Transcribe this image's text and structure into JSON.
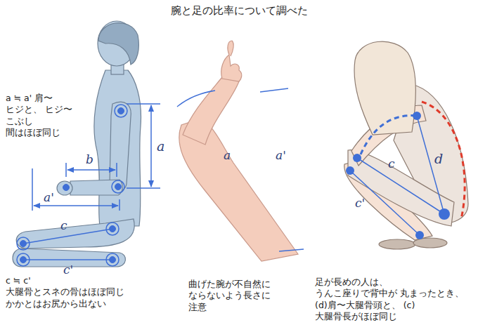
{
  "diagram": {
    "title": "腕と足の比率について調べた",
    "labels": [
      "a ≒ a' 肩〜ヒジと、 ヒジ〜こぶし 間はほぼ同じ",
      "a",
      "b",
      "a'",
      "c",
      "c'",
      "c ≒ c' 大腿骨とスネの骨はほぼ同じ かかとはお尻から出ない",
      "a",
      "a'",
      "曲げた腕が不自然に ならないよう長さに 注意",
      "d",
      "c",
      "c'",
      "足が長めの人は、うんこ座りで背中が 丸まったとき、(d)肩〜大腿骨頭と、 (c)大腿骨長がほぼ同じ"
    ]
  }
}
